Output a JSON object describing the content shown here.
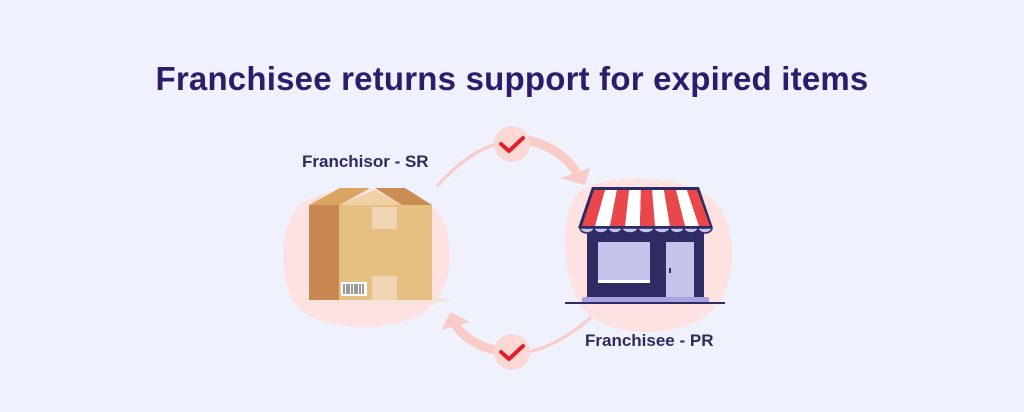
{
  "title": "Franchisee returns support for expired items",
  "nodes": {
    "franchisor": {
      "label": "Franchisor - SR",
      "icon": "cardboard-box-icon"
    },
    "franchisee": {
      "label": "Franchisee - PR",
      "icon": "storefront-icon"
    }
  },
  "colors": {
    "title": "#2d1b6b",
    "blob": "#fde2e1",
    "arrow": "#f9c9c4",
    "check": "#e0202a",
    "awning_red": "#e9474a",
    "shop_body": "#2e2b65"
  }
}
